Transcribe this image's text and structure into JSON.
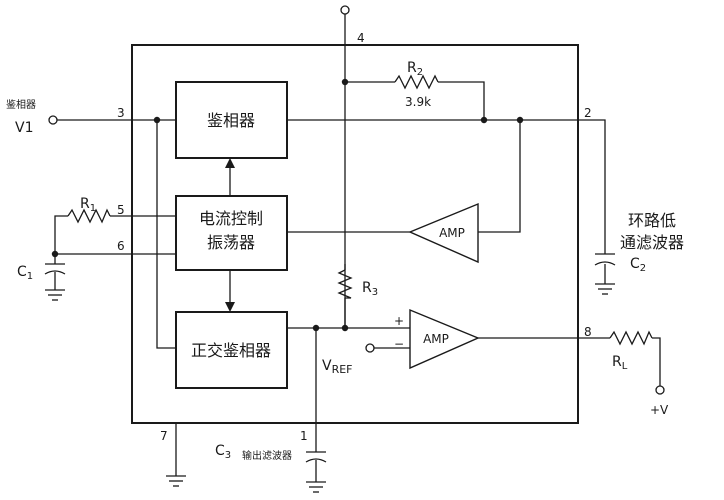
{
  "blocks": {
    "phase_detector": "鉴相器",
    "cco": [
      "电流控制",
      "振荡器"
    ],
    "quad_detector": "正交鉴相器"
  },
  "amps": {
    "feedback_amp": "AMP",
    "output_amp": "AMP"
  },
  "amp_signs": {
    "plus": "+",
    "minus": "−"
  },
  "input": {
    "caption": "鉴相器",
    "name": "V1"
  },
  "pins": {
    "p1": "1",
    "p2": "2",
    "p3": "3",
    "p4": "4",
    "p5": "5",
    "p6": "6",
    "p7": "7",
    "p8": "8"
  },
  "components": {
    "r1": {
      "name": "R",
      "sub": "1"
    },
    "r2": {
      "name": "R",
      "sub": "2",
      "value": "3.9k"
    },
    "r3": {
      "name": "R",
      "sub": "3"
    },
    "rl": {
      "name": "R",
      "sub": "L"
    },
    "c1": {
      "name": "C",
      "sub": "1"
    },
    "c2": {
      "name": "C",
      "sub": "2"
    },
    "c3": {
      "name": "C",
      "sub": "3",
      "caption": "输出滤波器"
    }
  },
  "loop_filter": [
    "环路低",
    "通滤波器"
  ],
  "vref": {
    "name": "V",
    "sub": "REF"
  },
  "supply": "+V"
}
